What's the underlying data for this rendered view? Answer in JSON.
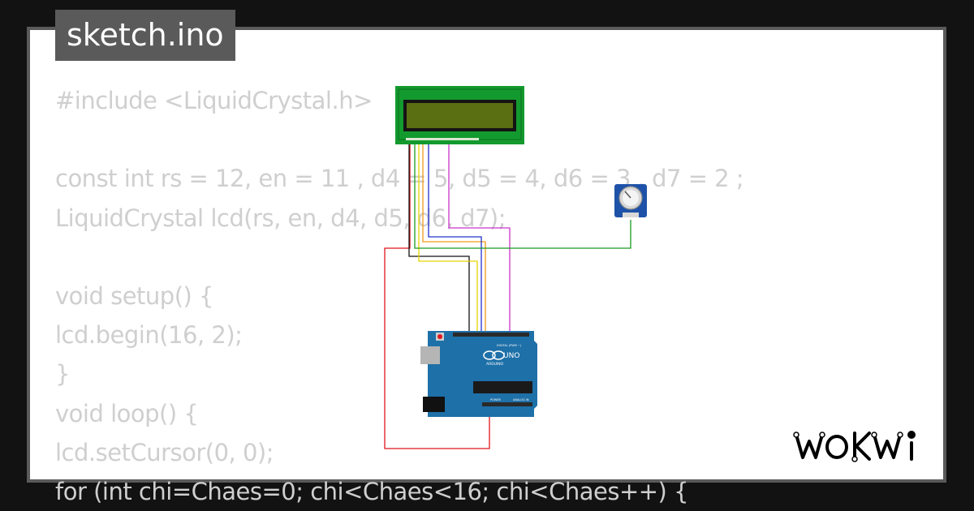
{
  "title": "sketch.ino",
  "code_lines": [
    "#include <LiquidCrystal.h>",
    "",
    "const int rs = 12, en = 11 , d4 = 5, d5 = 4, d6 = 3 , d7 = 2 ;",
    "LiquidCrystal lcd(rs, en, d4, d5, d6, d7);",
    "",
    "void setup() {",
    "lcd.begin(16, 2);",
    "}",
    "void loop() {",
    "lcd.setCursor(0, 0);",
    "for (int chi=Chaes=0; chi<Chaes<16; chi<Chaes++) {"
  ],
  "components": {
    "lcd": "lcd1602",
    "potentiometer": "potentiometer",
    "arduino": "arduino-uno",
    "arduino_brand": "ARDUINO",
    "arduino_model": "UNO",
    "digital_label": "DIGITAL (PWM ~)",
    "power_label": "POWER",
    "analog_label": "ANALOG IN"
  },
  "wire_colors": {
    "red": "#e0151e",
    "black": "#111111",
    "yellow": "#e6d400",
    "orange": "#f29a16",
    "blue": "#2233cc",
    "magenta": "#cc33cc",
    "green": "#1a9a20"
  },
  "colors": {
    "background": "#121212",
    "card": "#ffffff",
    "card_border": "#5a5a5a",
    "code_text": "#cfcfcf",
    "lcd_board": "#139a2e",
    "lcd_screen": "#5a6e12",
    "arduino_board": "#1e70a8"
  },
  "logo": "WOKWi"
}
